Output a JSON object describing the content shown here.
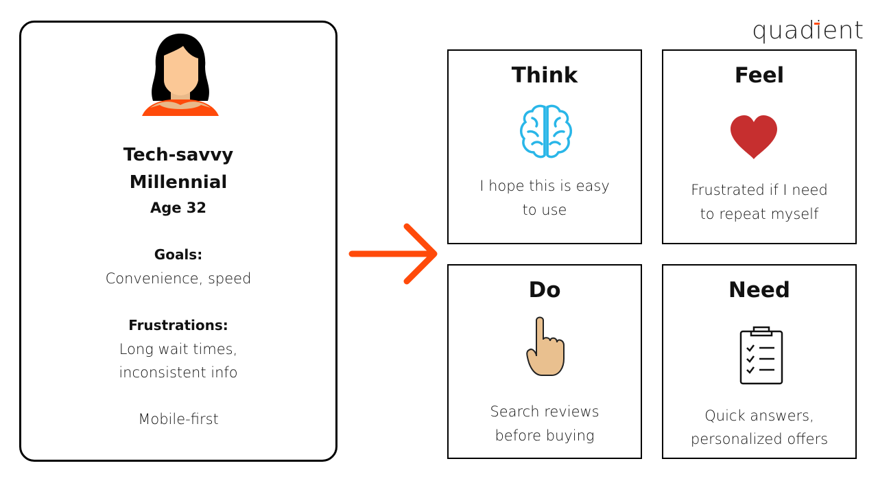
{
  "logo": "quadient",
  "persona": {
    "name_line1": "Tech-savvy",
    "name_line2": "Millennial",
    "age": "Age 32",
    "goals_label": "Goals:",
    "goals": "Convenience, speed",
    "frustrations_label": "Frustrations:",
    "frustrations_line1": "Long wait times,",
    "frustrations_line2": "inconsistent info",
    "note": "Mobile-first"
  },
  "quadrants": {
    "think": {
      "title": "Think",
      "line1": "I hope this is easy",
      "line2": "to use"
    },
    "feel": {
      "title": "Feel",
      "line1": "Frustrated if I need",
      "line2": "to repeat myself"
    },
    "do": {
      "title": "Do",
      "line1": "Search reviews",
      "line2": "before buying"
    },
    "need": {
      "title": "Need",
      "line1": "Quick answers,",
      "line2": "personalized offers"
    }
  },
  "colors": {
    "accent": "#ff4a0a",
    "brain": "#29b6e8",
    "heart": "#c62f2f"
  }
}
